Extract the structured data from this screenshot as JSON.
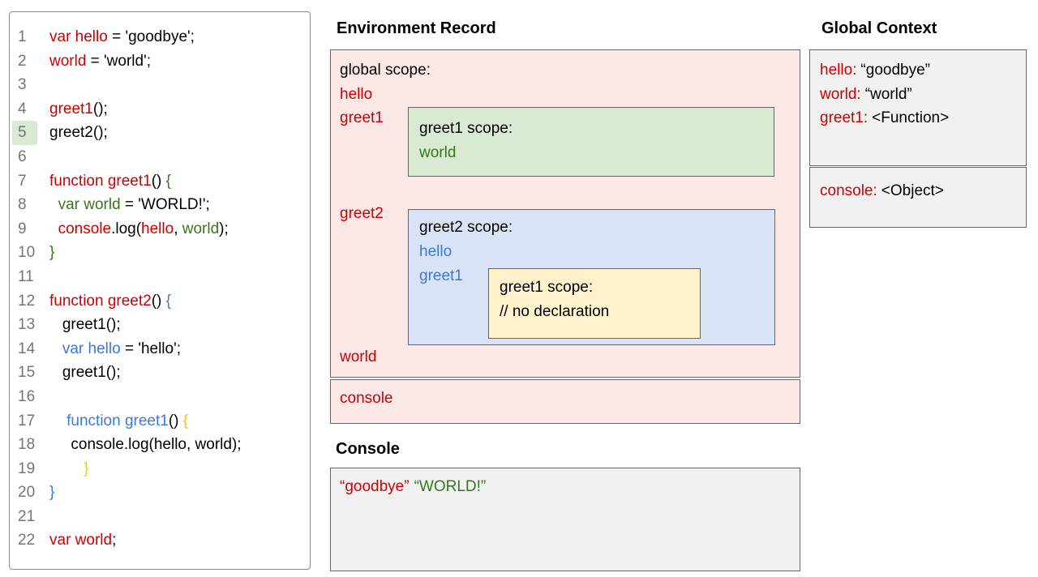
{
  "colors": {
    "red": "#cc0000",
    "green": "#38761d",
    "blue": "#3c78d8",
    "yellow": "#f1c232",
    "black": "#000000",
    "line_number_gray": "#757575",
    "highlight_green": "#d9ead3",
    "pink_fill": "#fce8e6",
    "green_fill": "#d9ead3",
    "blue_fill": "#d8e4f6",
    "yellow_fill": "#fff2cc",
    "gray_fill": "#f1f1f1",
    "box_border": "#666666",
    "panel_border": "#8a8a8a"
  },
  "code_panel": {
    "highlighted_line": 5,
    "lines": [
      {
        "n": 1,
        "t": [
          [
            "var hello",
            "red"
          ],
          [
            " = 'goodbye';",
            "black"
          ]
        ]
      },
      {
        "n": 2,
        "t": [
          [
            "world",
            "red"
          ],
          [
            " = 'world';",
            "black"
          ]
        ]
      },
      {
        "n": 3,
        "t": []
      },
      {
        "n": 4,
        "t": [
          [
            "greet1",
            "red"
          ],
          [
            "();",
            "black"
          ]
        ]
      },
      {
        "n": 5,
        "t": [
          [
            "greet2();",
            "black"
          ]
        ]
      },
      {
        "n": 6,
        "t": []
      },
      {
        "n": 7,
        "t": [
          [
            "function greet1",
            "red"
          ],
          [
            "() ",
            "black"
          ],
          [
            "{",
            "green"
          ]
        ]
      },
      {
        "n": 8,
        "t": [
          [
            "  ",
            "black"
          ],
          [
            "var world",
            "green"
          ],
          [
            " = 'WORLD!';",
            "black"
          ]
        ]
      },
      {
        "n": 9,
        "t": [
          [
            "  ",
            "black"
          ],
          [
            "console",
            "red"
          ],
          [
            ".log(",
            "black"
          ],
          [
            "hello",
            "red"
          ],
          [
            ", ",
            "black"
          ],
          [
            "world",
            "green"
          ],
          [
            ");",
            "black"
          ]
        ]
      },
      {
        "n": 10,
        "t": [
          [
            "}",
            "green"
          ]
        ]
      },
      {
        "n": 11,
        "t": []
      },
      {
        "n": 12,
        "t": [
          [
            "function greet2",
            "red"
          ],
          [
            "() ",
            "black"
          ],
          [
            "{",
            "blue"
          ]
        ]
      },
      {
        "n": 13,
        "t": [
          [
            "   greet1();",
            "black"
          ]
        ]
      },
      {
        "n": 14,
        "t": [
          [
            "   ",
            "black"
          ],
          [
            "var hello",
            "blue"
          ],
          [
            " = 'hello';",
            "black"
          ]
        ]
      },
      {
        "n": 15,
        "t": [
          [
            "   greet1();",
            "black"
          ]
        ]
      },
      {
        "n": 16,
        "t": []
      },
      {
        "n": 17,
        "t": [
          [
            "    ",
            "black"
          ],
          [
            "function greet1",
            "blue"
          ],
          [
            "() ",
            "black"
          ],
          [
            "{",
            "yellow"
          ]
        ]
      },
      {
        "n": 18,
        "t": [
          [
            "     console.log(hello, world);",
            "black"
          ]
        ]
      },
      {
        "n": 19,
        "t": [
          [
            "        ",
            "black"
          ],
          [
            "}",
            "yellow"
          ]
        ]
      },
      {
        "n": 20,
        "t": [
          [
            "}",
            "blue"
          ]
        ]
      },
      {
        "n": 21,
        "t": []
      },
      {
        "n": 22,
        "t": [
          [
            "var world",
            "red"
          ],
          [
            ";",
            "black"
          ]
        ]
      }
    ]
  },
  "environment_record": {
    "title": "Environment Record",
    "global_scope": {
      "label": "global scope:",
      "hoisted": [
        "hello",
        "greet1",
        "greet2",
        "world"
      ],
      "extra": [
        "console"
      ]
    },
    "greet1_scope": {
      "label": "greet1 scope:",
      "vars": [
        "world"
      ]
    },
    "greet2_scope": {
      "label": "greet2 scope:",
      "vars": [
        "hello",
        "greet1"
      ]
    },
    "inner_greet1_scope": {
      "label": "greet1 scope:",
      "comment": "// no declaration"
    }
  },
  "console_panel": {
    "title": "Console",
    "entries": [
      {
        "text": "“goodbye”",
        "color": "red"
      },
      {
        "text": "“WORLD!”",
        "color": "green"
      }
    ]
  },
  "global_context": {
    "title": "Global Context",
    "bindings": [
      {
        "name": "hello:",
        "value": "“goodbye”"
      },
      {
        "name": "world:",
        "value": "“world”"
      },
      {
        "name": "greet1:",
        "value": "<Function>"
      }
    ],
    "object_bindings": [
      {
        "name": "console:",
        "value": "<Object>"
      }
    ]
  }
}
